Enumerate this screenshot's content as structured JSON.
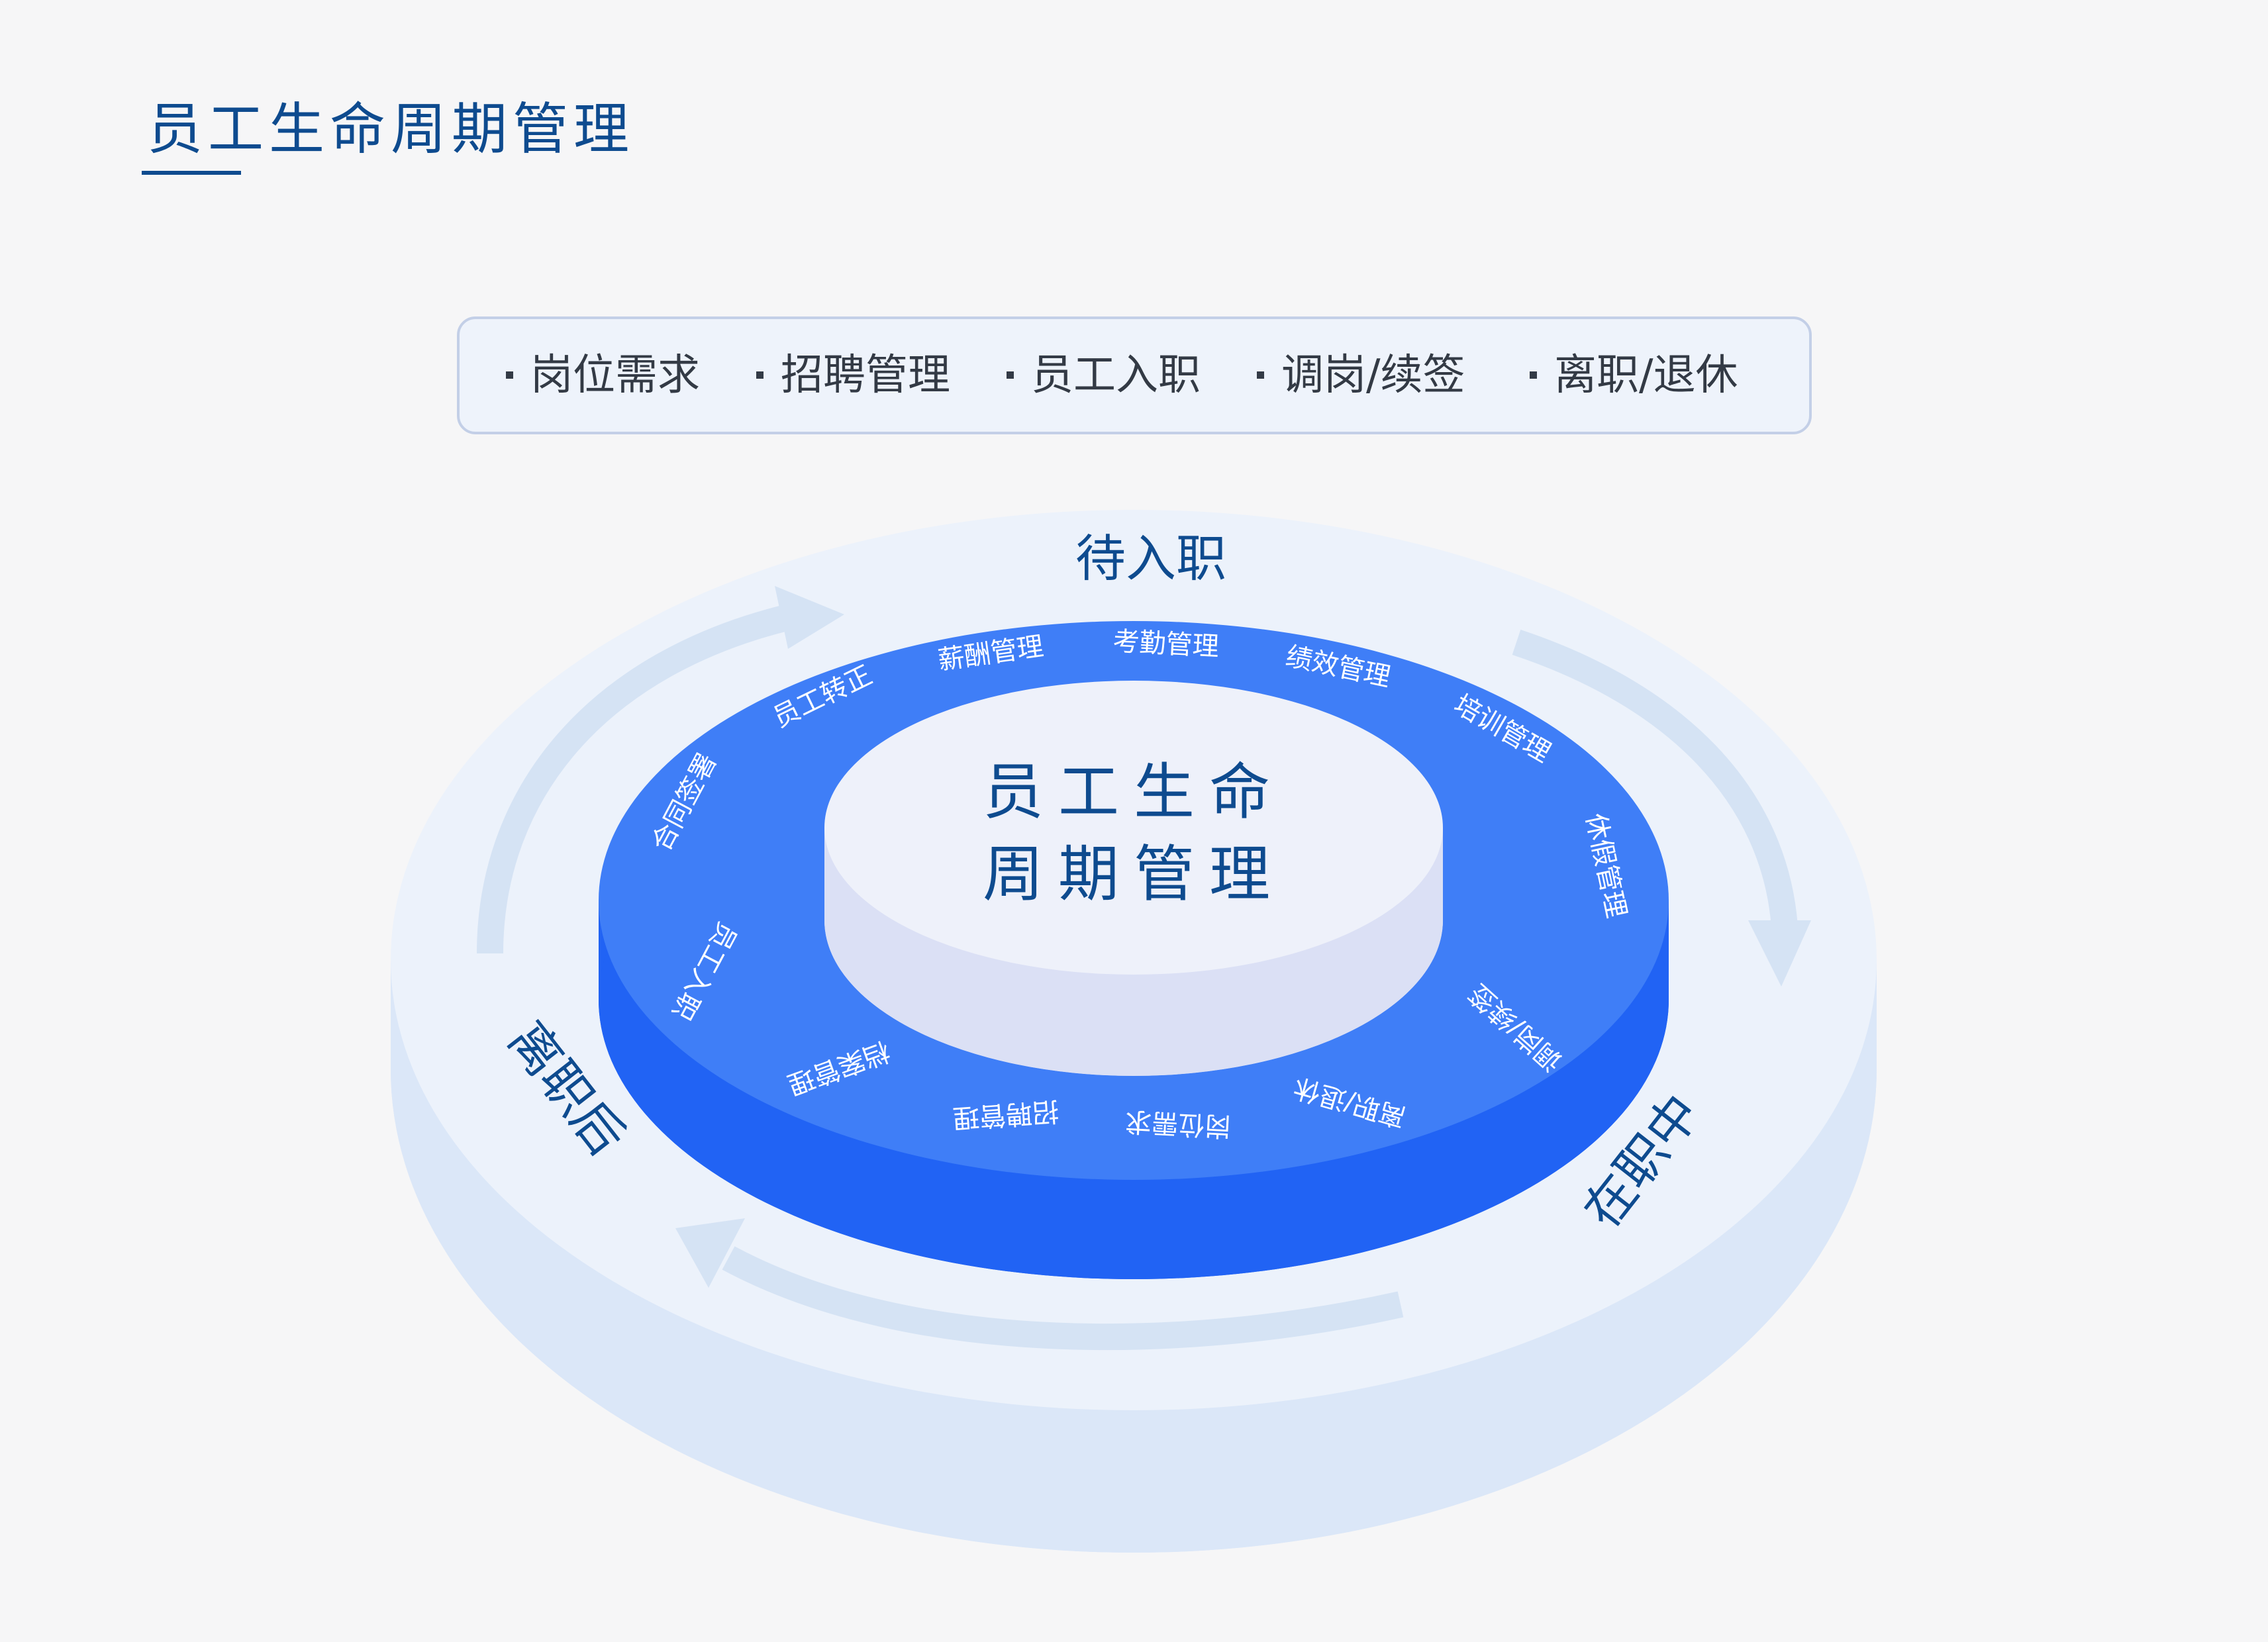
{
  "header": {
    "title": "员工生命周期管理"
  },
  "stages": [
    "岗位需求",
    "招聘管理",
    "员工入职",
    "调岗/续签",
    "离职/退休"
  ],
  "phases": {
    "top": "待入职",
    "right": "在职中",
    "left": "离职后"
  },
  "center": {
    "line1": "员工生命",
    "line2": "周期管理"
  },
  "ring_items": [
    "考勤管理",
    "绩效管理",
    "培训管理",
    "休假管理",
    "调岗/续签",
    "离职/退休",
    "岗位需求",
    "招聘管理",
    "档案管理",
    "员工入职",
    "合同签署",
    "员工转正",
    "薪酬管理"
  ],
  "colors": {
    "title": "#0e4b8f",
    "ring_top": "#3f7ef7",
    "ring_side": "#2163f4",
    "outer_disc": "#dbe7f8",
    "outer_top": "#ecf2fb",
    "center_top": "#eef1fa",
    "center_side": "#dbe0f5",
    "arrow": "#d5e3f4"
  }
}
